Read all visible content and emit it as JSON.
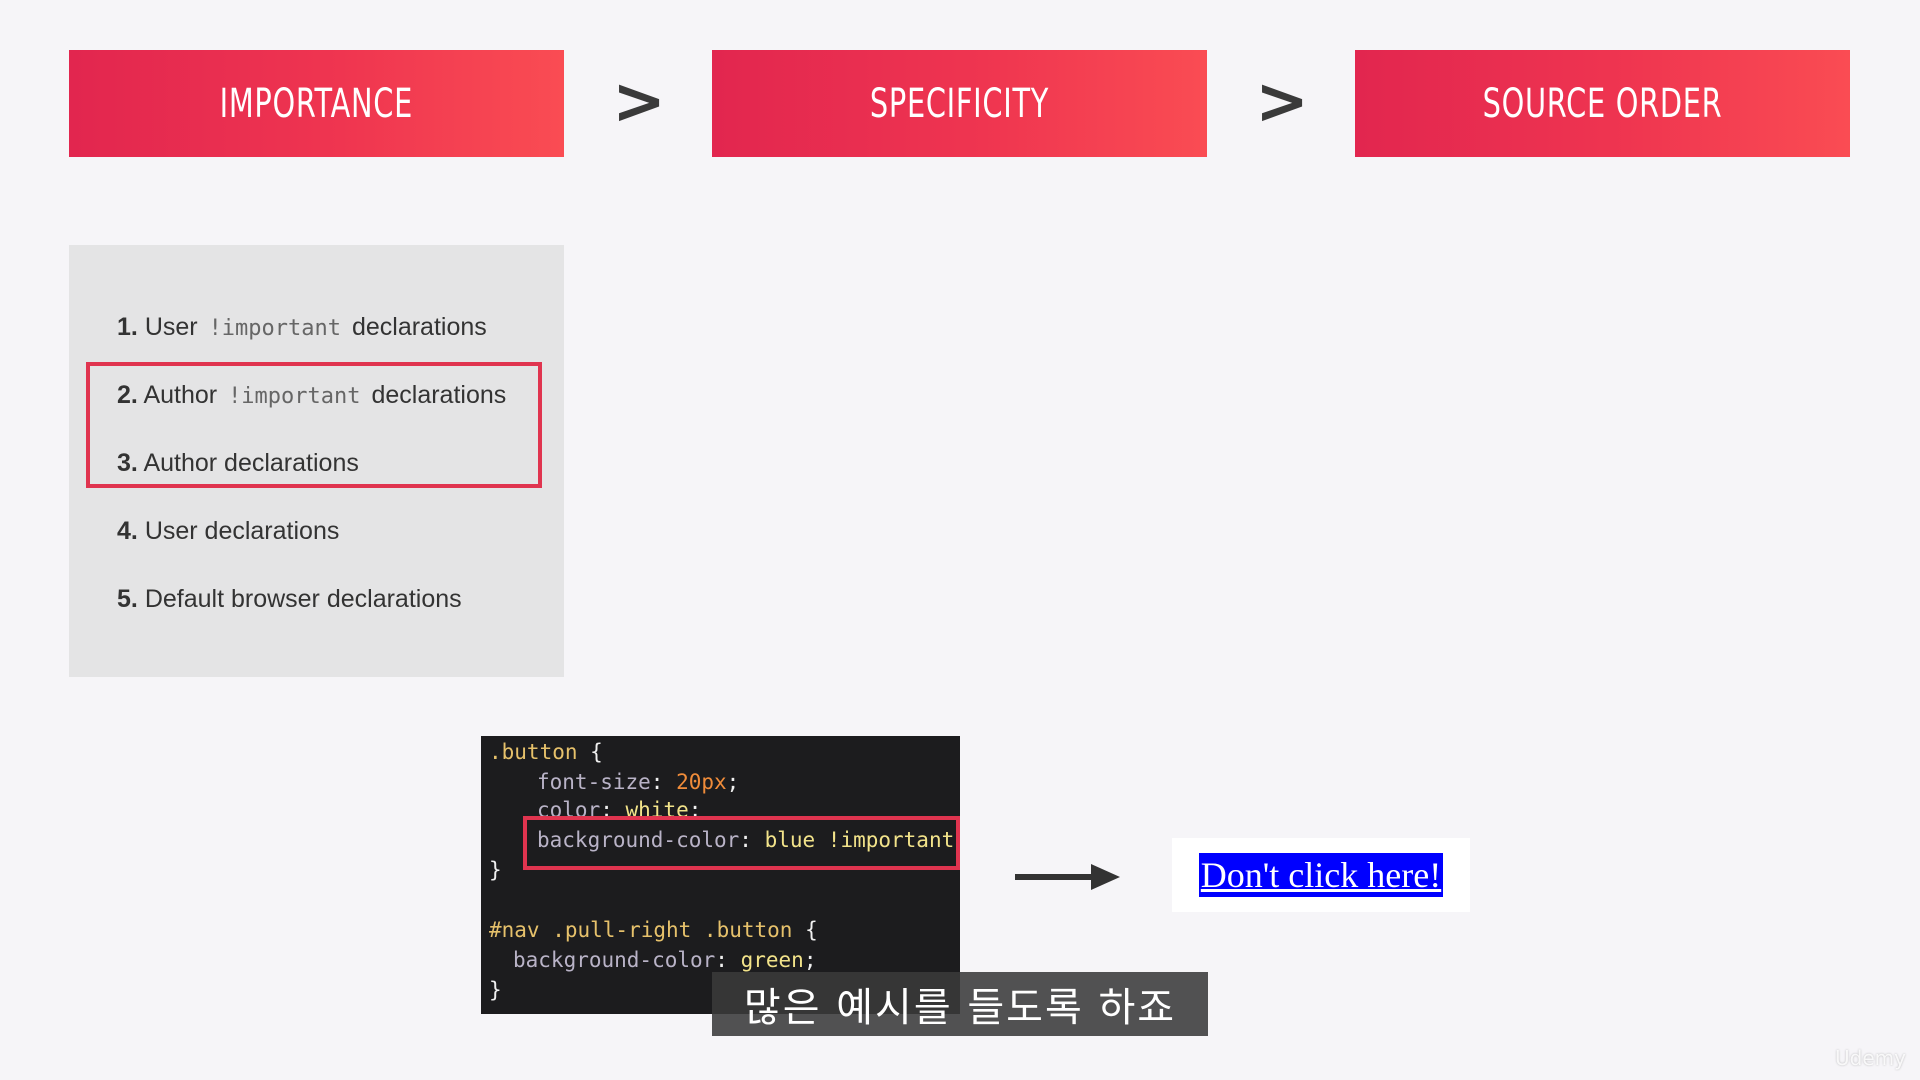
{
  "banners": [
    {
      "label": "IMPORTANCE"
    },
    {
      "label": "SPECIFICITY"
    },
    {
      "label": "SOURCE ORDER"
    }
  ],
  "separator": ">",
  "importance_list": [
    {
      "num": "1.",
      "pre": "User",
      "code": "!important",
      "post": "declarations"
    },
    {
      "num": "2.",
      "pre": "Author",
      "code": "!important",
      "post": "declarations"
    },
    {
      "num": "3.",
      "pre": "Author declarations",
      "code": "",
      "post": ""
    },
    {
      "num": "4.",
      "pre": "User declarations",
      "code": "",
      "post": ""
    },
    {
      "num": "5.",
      "pre": "Default browser declarations",
      "code": "",
      "post": ""
    }
  ],
  "code": {
    "l1_sel": ".button",
    "l1_brace": " {",
    "l2_prop": "font-size",
    "l2_val": "20px",
    "l3_prop": "color",
    "l3_val": "white",
    "l4_prop": "background-color",
    "l4_val": "blue !important",
    "l5": "}",
    "l7_sel": "#nav .pull-right .button",
    "l7_brace": " {",
    "l8_prop": "background-color",
    "l8_val": "green",
    "l9": "}"
  },
  "demo": {
    "button_label": "Don't click here!"
  },
  "subtitle": "많은 예시를 들도록 하죠",
  "watermark": "Udemy",
  "colors": {
    "banner_start": "#e2264f",
    "banner_end": "#fa4c53",
    "highlight": "#e0344f",
    "demo_button": "#0000ff"
  }
}
